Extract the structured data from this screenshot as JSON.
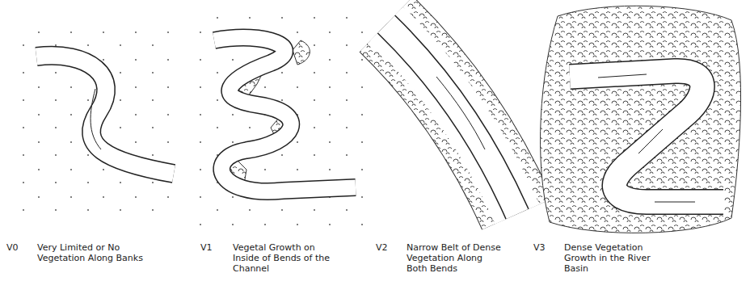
{
  "diagram": {
    "labels": [
      "V0",
      "Very Limited or No Vegetation Along Banks",
      "V1",
      "Vegetal Growth on Inside of Bends of the Channel",
      "V2",
      "Narrow Belt of Dense Vegetation Along Both Bends",
      "V3",
      "Dense Vegetation Growth in the River Basin"
    ]
  }
}
